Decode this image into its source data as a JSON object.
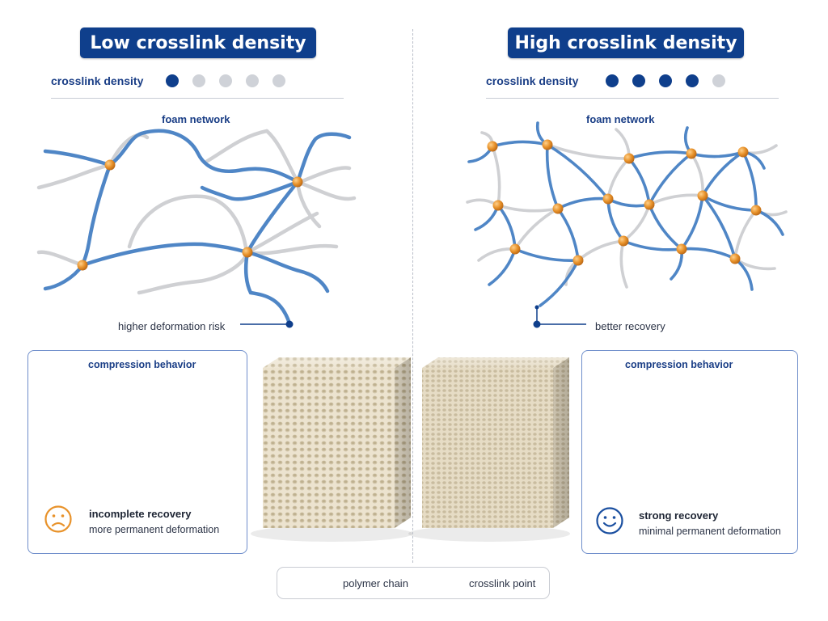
{
  "panels": {
    "left": {
      "title": "Low crosslink density",
      "density_label": "crosslink density",
      "density_level": 1,
      "density_max": 5,
      "network_title": "foam network",
      "callout": "higher deformation risk",
      "compression_title": "compression behavior",
      "result_title": "incomplete recovery",
      "result_subtitle": "more permanent deformation",
      "face": "sad-face-icon"
    },
    "right": {
      "title": "High crosslink density",
      "density_label": "crosslink density",
      "density_level": 4,
      "density_max": 5,
      "network_title": "foam network",
      "callout": "better recovery",
      "compression_title": "compression behavior",
      "result_title": "strong recovery",
      "result_subtitle": "minimal permanent deformation",
      "face": "happy-face-icon"
    }
  },
  "legend": {
    "chain_label": "polymer chain",
    "crosslink_label": "crosslink point"
  },
  "colors": {
    "title_bg": "#0f3f8c",
    "dot_on": "#0f3f8c",
    "dot_off": "#cfd2d8",
    "chain_blue": "#4f86c6",
    "chain_gray": "#cfd0d3",
    "crosslink": "#e8922a",
    "sad_face": "#e8922a",
    "happy_face": "#1a4fa0"
  }
}
